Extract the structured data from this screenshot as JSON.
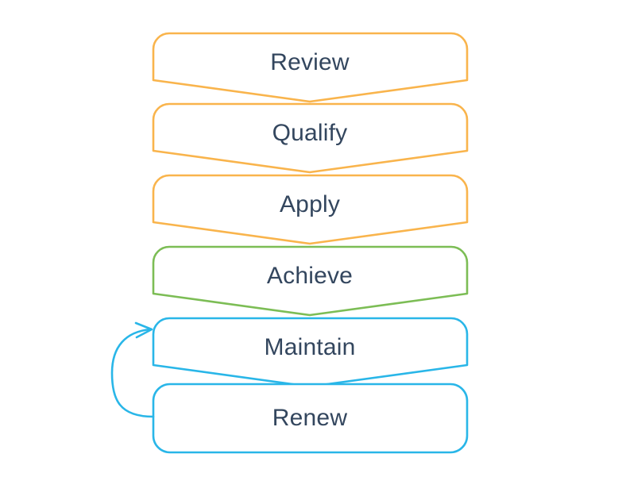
{
  "diagram": {
    "type": "funnel-chevron-flow",
    "background_color": "#ffffff",
    "label_color": "#33465e",
    "colors": {
      "orange": "#f9b44c",
      "green": "#7cbd55",
      "cyan": "#29b6e8"
    },
    "stages": [
      {
        "id": "review",
        "label": "Review",
        "color": "#f9b44c",
        "order": 1,
        "shape": "chevron"
      },
      {
        "id": "qualify",
        "label": "Qualify",
        "color": "#f9b44c",
        "order": 2,
        "shape": "chevron"
      },
      {
        "id": "apply",
        "label": "Apply",
        "color": "#f9b44c",
        "order": 3,
        "shape": "chevron"
      },
      {
        "id": "achieve",
        "label": "Achieve",
        "color": "#7cbd55",
        "order": 4,
        "shape": "chevron"
      },
      {
        "id": "maintain",
        "label": "Maintain",
        "color": "#29b6e8",
        "order": 5,
        "shape": "chevron"
      },
      {
        "id": "renew",
        "label": "Renew",
        "color": "#29b6e8",
        "order": 6,
        "shape": "rounded-rect"
      }
    ],
    "loop": {
      "id": "renew-to-maintain-loop",
      "from": "renew",
      "to": "maintain",
      "color": "#29b6e8",
      "arrowhead": "open-v"
    }
  }
}
